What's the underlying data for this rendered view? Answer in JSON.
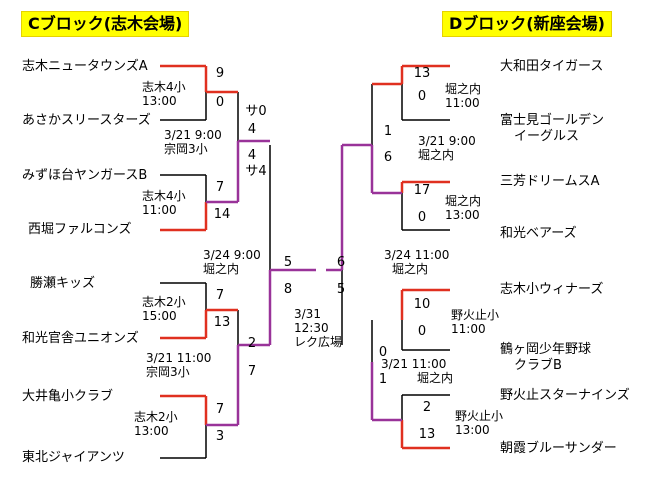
{
  "headers": {
    "left": "Cブロック(志木会場)",
    "right": "Dブロック(新座会場)"
  },
  "left_teams": [
    "志木ニュータウンズA",
    "あさかスリースターズ",
    "みずほ台ヤンガースB",
    "西堀ファルコンズ",
    "勝瀬キッズ",
    "和光官舎ユニオンズ",
    "大井亀小クラブ",
    "東北ジャイアンツ"
  ],
  "right_teams": [
    "大和田タイガース",
    "富士見ゴールデン",
    "イーグルス",
    "三芳ドリームスA",
    "和光ベアーズ",
    "志木小ウィナーズ",
    "鶴ヶ岡少年野球",
    "クラブB",
    "野火止スターナインズ",
    "朝霞ブルーサンダー"
  ],
  "scores": {
    "l1a": "9",
    "l1b": "0",
    "l2a": "7",
    "l2b": "14",
    "l3a": "7",
    "l3b": "13",
    "l4a": "7",
    "l4b": "3",
    "lsa": "サ0",
    "lsb": "4",
    "lsc": "4",
    "lsd": "サ4",
    "lfa": "2",
    "lfb": "7",
    "fin_l_top": "5",
    "fin_l_bot": "8",
    "fin_r_top": "6",
    "fin_r_bot": "5",
    "r1a": "13",
    "r1b": "0",
    "r2a": "17",
    "r2b": "0",
    "r3a": "10",
    "r3b": "0",
    "r4a": "2",
    "r4b": "13",
    "rsa": "1",
    "rsb": "6",
    "rsc": "0",
    "rsd": "1"
  },
  "venues": {
    "l1": [
      "志木4小",
      "13:00"
    ],
    "l2": [
      "志木4小",
      "11:00"
    ],
    "l3": [
      "志木2小",
      "15:00"
    ],
    "l4": [
      "志木2小",
      "13:00"
    ],
    "ls": [
      "3/21  9:00",
      "宗岡3小"
    ],
    "lf": [
      "3/21  11:00",
      "宗岡3小"
    ],
    "lc": [
      "3/24  9:00",
      "堀之内"
    ],
    "final": [
      "3/31",
      "12:30",
      "レク広場"
    ],
    "rc": [
      "3/24  11:00",
      "堀之内"
    ],
    "rs": [
      "3/21  9:00",
      "堀之内"
    ],
    "rf": [
      "3/21  11:00",
      "堀之内"
    ],
    "r1": [
      "堀之内",
      "11:00"
    ],
    "r2": [
      "堀之内",
      "13:00"
    ],
    "r3": [
      "野火止小",
      "11:00"
    ],
    "r4": [
      "野火止小",
      "13:00"
    ]
  },
  "colors": {
    "winner": "#e03020",
    "path": "#993399",
    "line": "#000000",
    "header_bg": "#ffff00"
  }
}
